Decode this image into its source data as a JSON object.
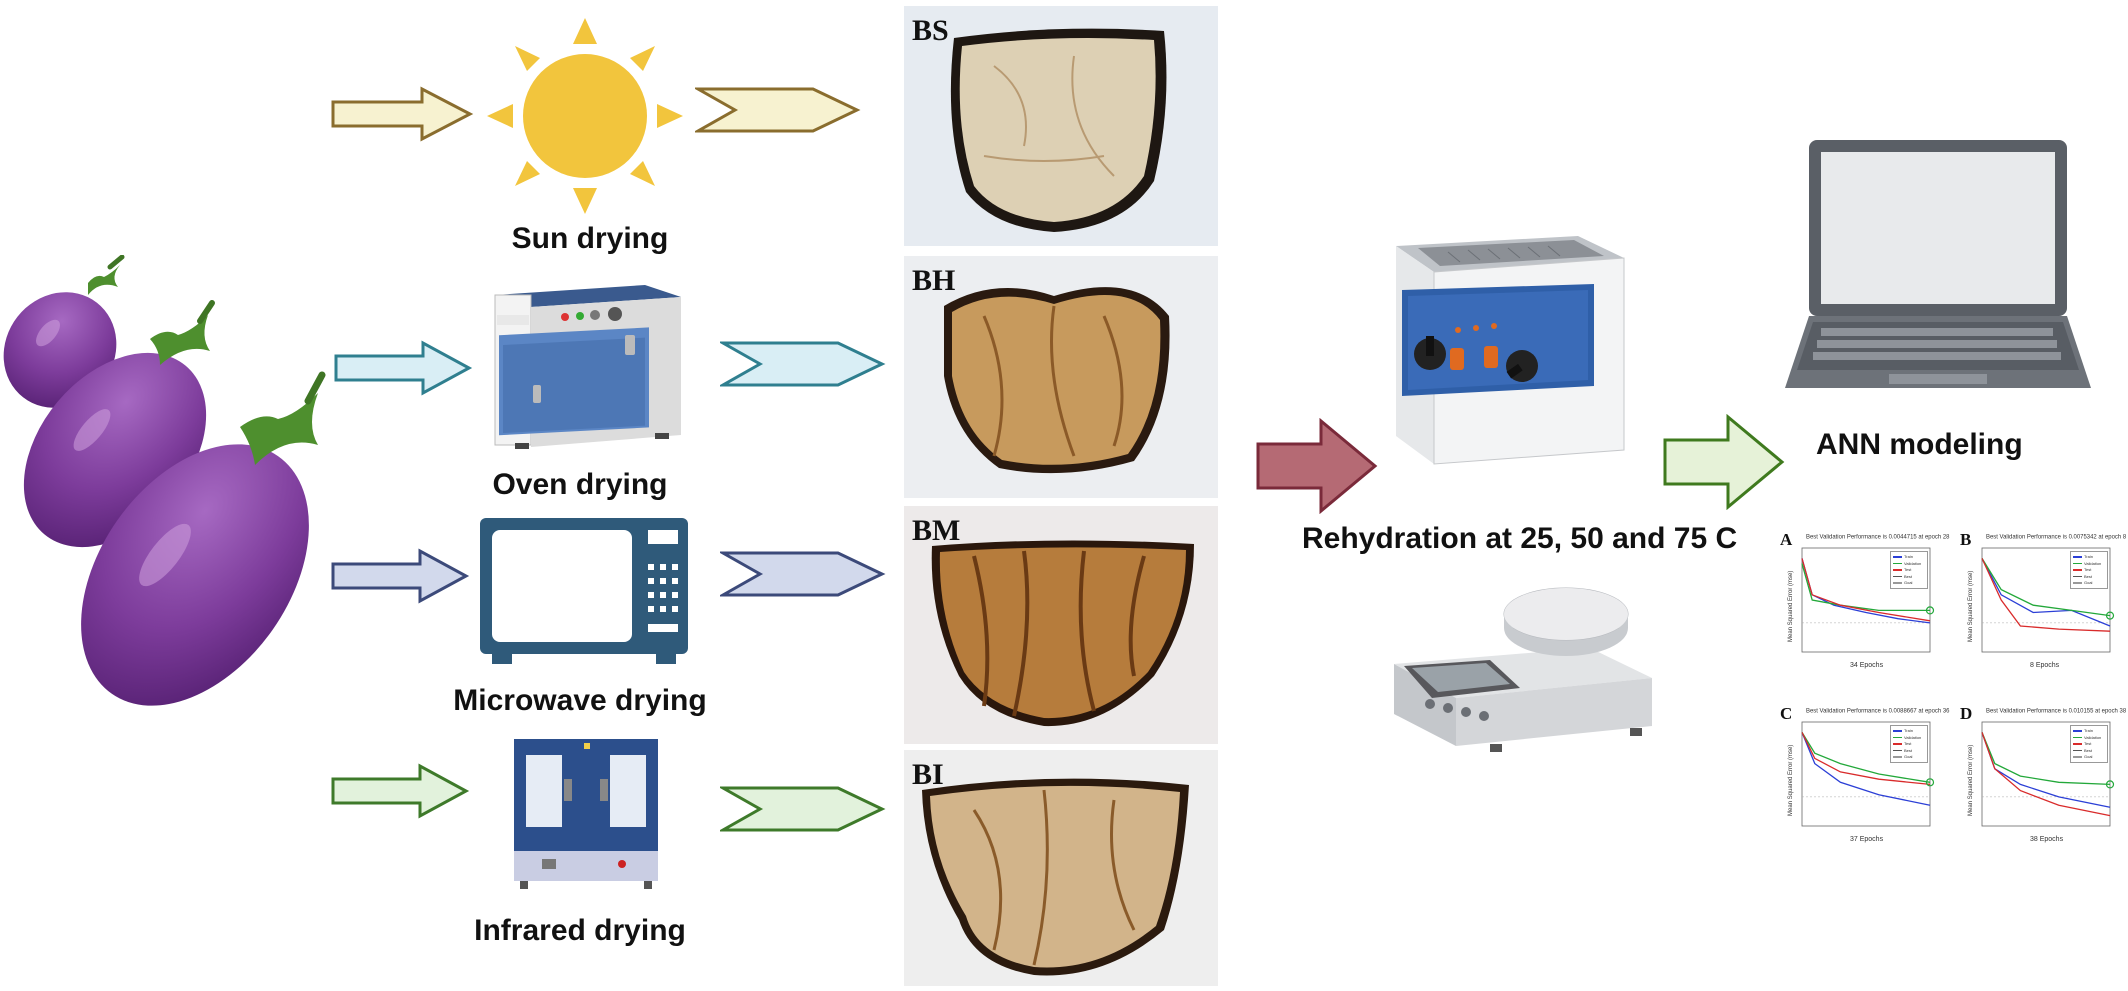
{
  "methods": [
    {
      "label": "Sun drying",
      "sample_code": "BS"
    },
    {
      "label": "Oven drying",
      "sample_code": "BH"
    },
    {
      "label": "Microwave drying",
      "sample_code": "BM"
    },
    {
      "label": "Infrared drying",
      "sample_code": "BI"
    }
  ],
  "rehydration_label": "Rehydration at 25, 50 and 75 C",
  "ann_label": "ANN modeling",
  "arrow_colors": {
    "sun": "#f7f2d0",
    "oven": "#d9eef5",
    "microwave": "#d2d9ec",
    "infrared": "#e2f2dc",
    "rehydration": "#b56a74",
    "ann": "#e6f2d8"
  },
  "ann_charts": [
    {
      "letter": "A",
      "title": "Best Validation Performance is 0.0044715 at epoch 28",
      "xlabel": "34 Epochs",
      "ylabel": "Mean Squared Error (mse)"
    },
    {
      "letter": "B",
      "title": "Best Validation Performance is 0.0075342 at epoch 8",
      "xlabel": "8 Epochs",
      "ylabel": "Mean Squared Error (mse)"
    },
    {
      "letter": "C",
      "title": "Best Validation Performance is 0.0088667 at epoch 36",
      "xlabel": "37 Epochs",
      "ylabel": "Mean Squared Error (mse)"
    },
    {
      "letter": "D",
      "title": "Best Validation Performance is 0.010155 at epoch 38",
      "xlabel": "38 Epochs",
      "ylabel": "Mean Squared Error (mse)"
    }
  ],
  "legend_entries": [
    "Train",
    "Validation",
    "Test",
    "Best",
    "Goal"
  ],
  "series_colors": {
    "train": "#2b3fd6",
    "validation": "#23a83a",
    "test": "#d92b2b"
  }
}
